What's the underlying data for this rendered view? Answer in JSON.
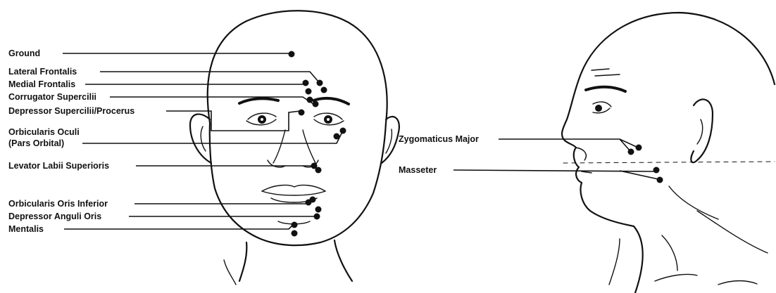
{
  "labels": {
    "ground": "Ground",
    "lateral_frontalis": "Lateral Frontalis",
    "medial_frontalis": "Medial Frontalis",
    "corrugator_supercilii": "Corrugator Supercilii",
    "depressor_supercilii": "Depressor Supercilii/Procerus",
    "orbicularis_oculi": "Orbicularis Oculi",
    "pars_orbital": "(Pars Orbital)",
    "levator_labii": "Levator Labii Superioris",
    "orbicularis_oris": "Orbicularis Oris Inferior",
    "depressor_anguli": "Depressor Anguli Oris",
    "mentalis": "Mentalis",
    "zygomaticus_major": "Zygomaticus Major",
    "masseter": "Masseter"
  },
  "colors": {
    "ink": "#111111",
    "background": "#ffffff"
  }
}
